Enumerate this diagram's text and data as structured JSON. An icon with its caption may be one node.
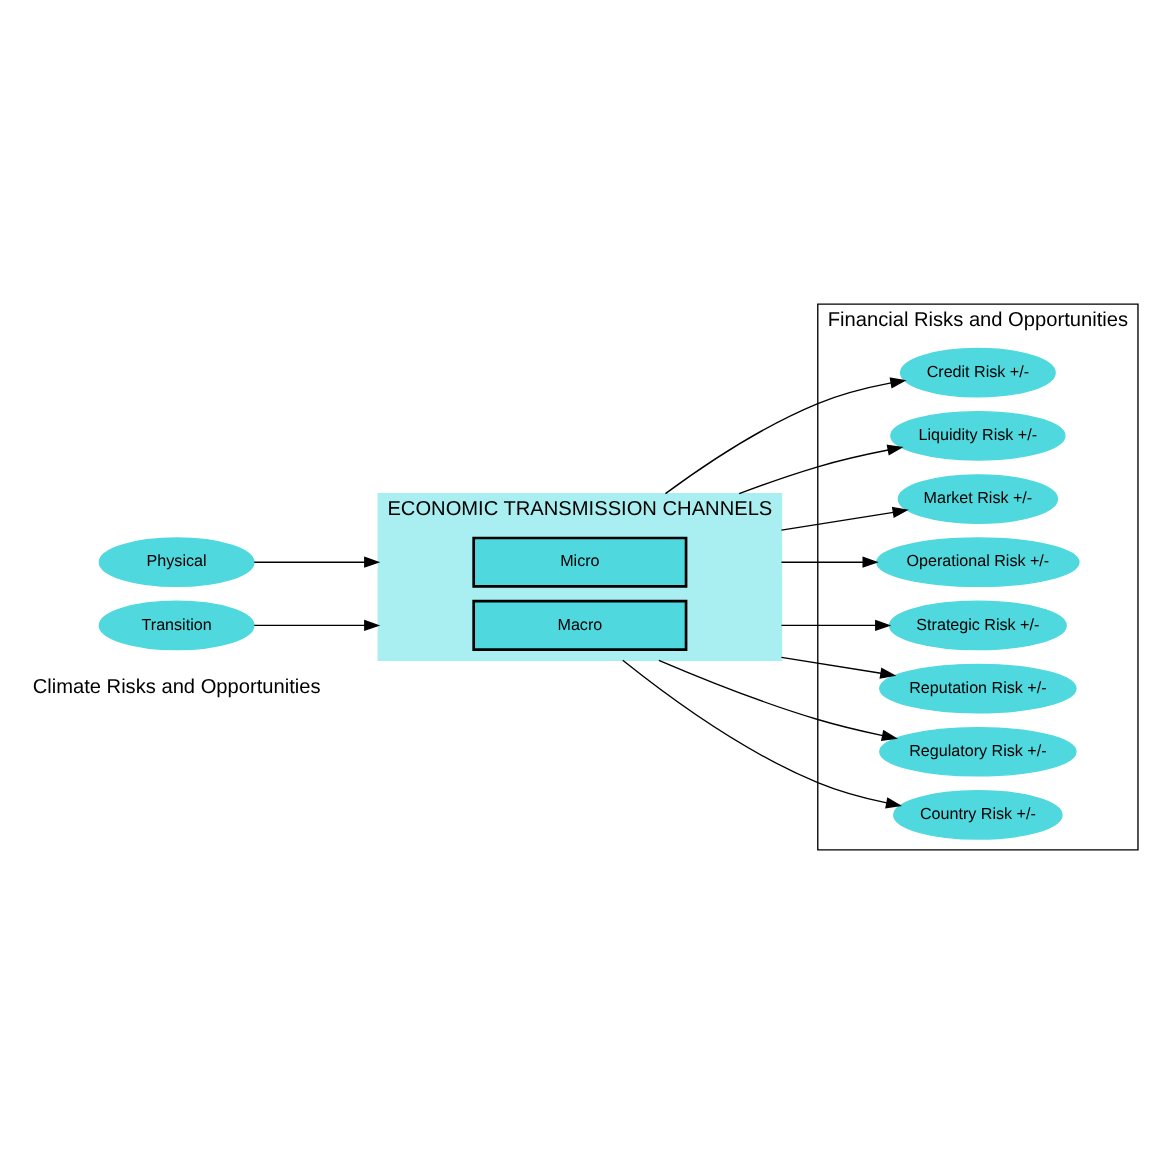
{
  "diagram": {
    "nodes": [
      {
        "text": [
          "Physical"
        ]
      },
      {
        "text": [
          "Transition"
        ]
      },
      {
        "text": [
          "ECONOMIC TRANSMISSION CHANNELS"
        ]
      },
      {
        "text": [
          "Micro"
        ],
        "in": 2
      },
      {
        "text": [
          "Macro"
        ],
        "in": 2
      },
      {
        "text": [
          "Financial Risks and Opportunities"
        ]
      },
      {
        "text": [
          "Credit Risk +/-"
        ],
        "in": 5
      },
      {
        "text": [
          "Liquidity Risk +/-"
        ],
        "in": 5
      },
      {
        "text": [
          "Market Risk +/-"
        ],
        "in": 5
      },
      {
        "text": [
          "Operational Risk +/-"
        ],
        "in": 5
      },
      {
        "text": [
          "Strategic Risk +/-"
        ],
        "in": 5
      },
      {
        "text": [
          "Reputation Risk +/-"
        ],
        "in": 5
      },
      {
        "text": [
          "Regulatory Risk +/-"
        ],
        "in": 5
      },
      {
        "text": [
          "Country Risk +/-"
        ],
        "in": 5
      }
    ],
    "edges": [
      {
        "from": 0,
        "to": 2,
        "arrow": "to"
      },
      {
        "from": 1,
        "to": 2,
        "arrow": "to"
      },
      {
        "from": 2,
        "to": 6,
        "arrow": "to"
      },
      {
        "from": 2,
        "to": 7,
        "arrow": "to"
      },
      {
        "from": 2,
        "to": 8,
        "arrow": "to"
      },
      {
        "from": 2,
        "to": 9,
        "arrow": "to"
      },
      {
        "from": 2,
        "to": 10,
        "arrow": "to"
      },
      {
        "from": 2,
        "to": 11,
        "arrow": "to"
      },
      {
        "from": 2,
        "to": 12,
        "arrow": "to"
      },
      {
        "from": 2,
        "to": 13,
        "arrow": "to"
      }
    ],
    "labels": [
      "Climate Risks and Opportunities"
    ]
  }
}
